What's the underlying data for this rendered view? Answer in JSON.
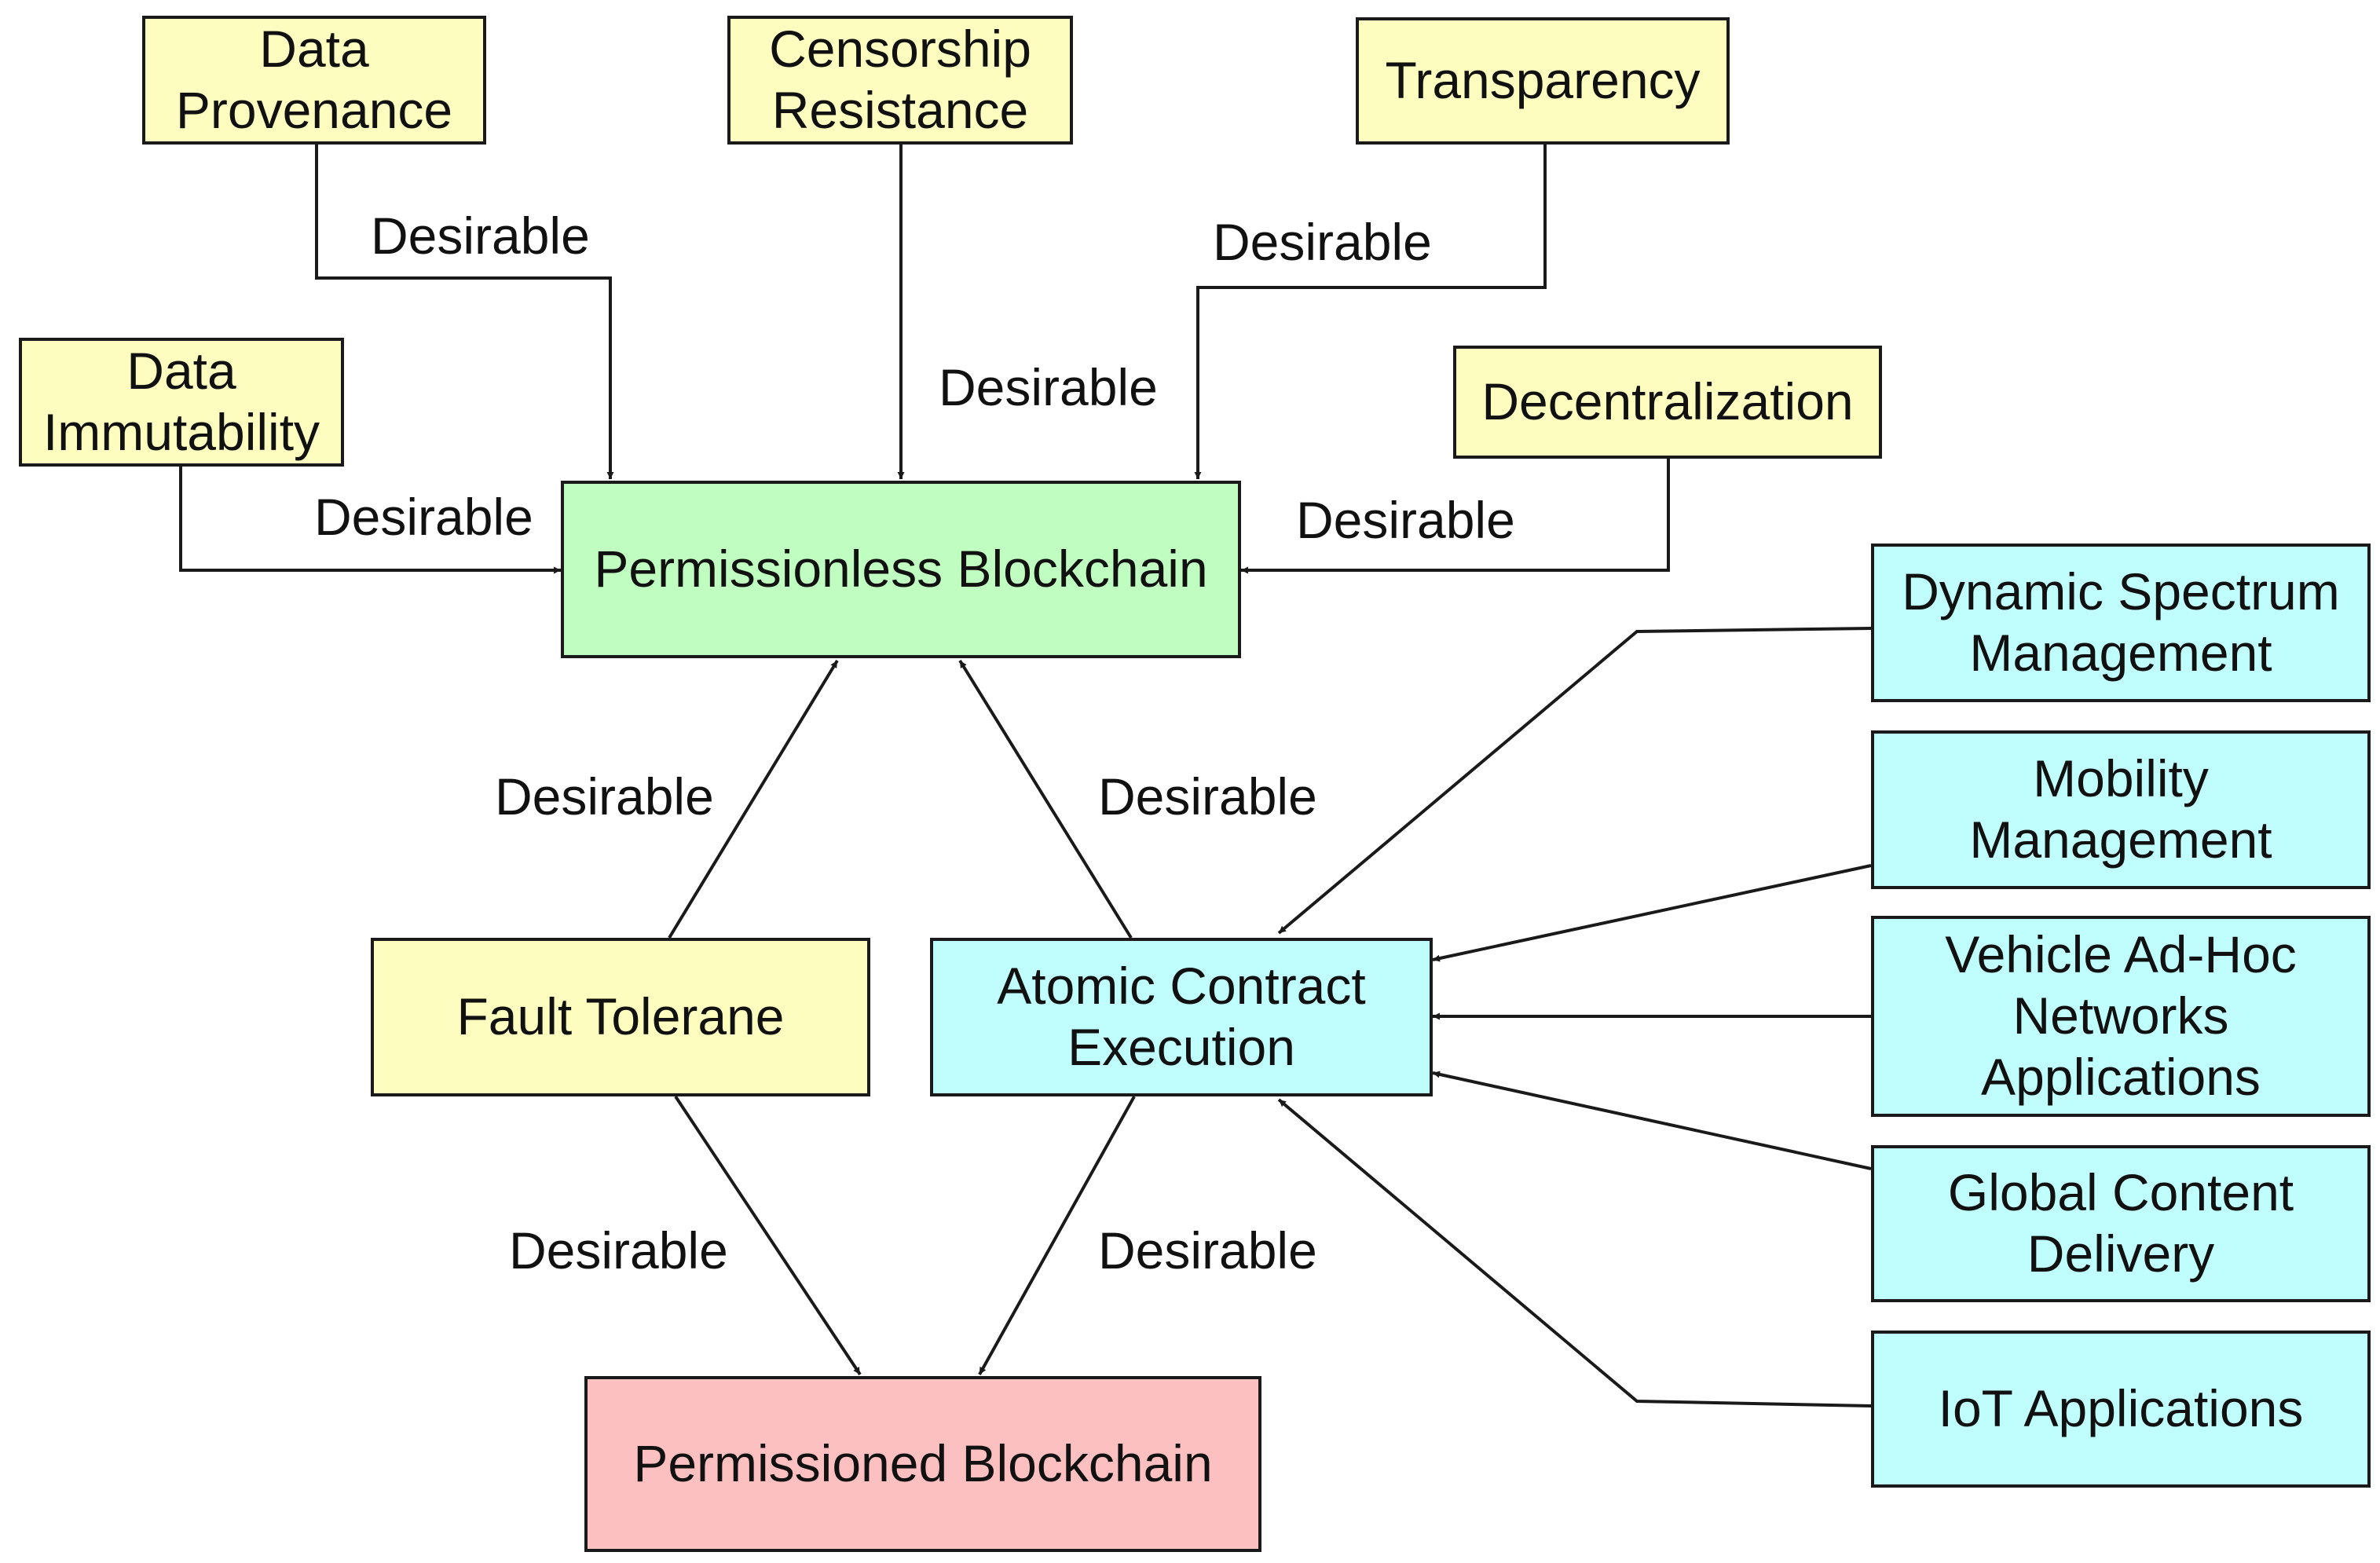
{
  "colors": {
    "property": "#fefdc0",
    "permissionless": "#c0fdc0",
    "permissioned": "#fdc0c0",
    "application": "#c0fdfd",
    "line": "#1a1a1a"
  },
  "nodes": {
    "data_provenance": "Data\nProvenance",
    "censorship_resistance": "Censorship\nResistance",
    "transparency": "Transparency",
    "data_immutability": "Data\nImmutability",
    "decentralization": "Decentralization",
    "permissionless_blockchain": "Permissionless Blockchain",
    "fault_tolerance": "Fault Tolerane",
    "atomic_contract_execution": "Atomic Contract\nExecution",
    "permissioned_blockchain": "Permissioned Blockchain",
    "dynamic_spectrum_management": "Dynamic Spectrum\nManagement",
    "mobility_management": "Mobility\nManagement",
    "vehicle_adhoc_networks": "Vehicle Ad-Hoc\nNetworks\nApplications",
    "global_content_delivery": "Global Content\nDelivery",
    "iot_applications": "IoT Applications"
  },
  "edge_labels": {
    "provenance": "Desirable",
    "censorship": "Desirable",
    "transparency": "Desirable",
    "immutability": "Desirable",
    "decentralization": "Desirable",
    "fault_to_permissionless": "Desirable",
    "atomic_to_permissionless": "Desirable",
    "fault_to_permissioned": "Desirable",
    "atomic_to_permissioned": "Desirable"
  }
}
